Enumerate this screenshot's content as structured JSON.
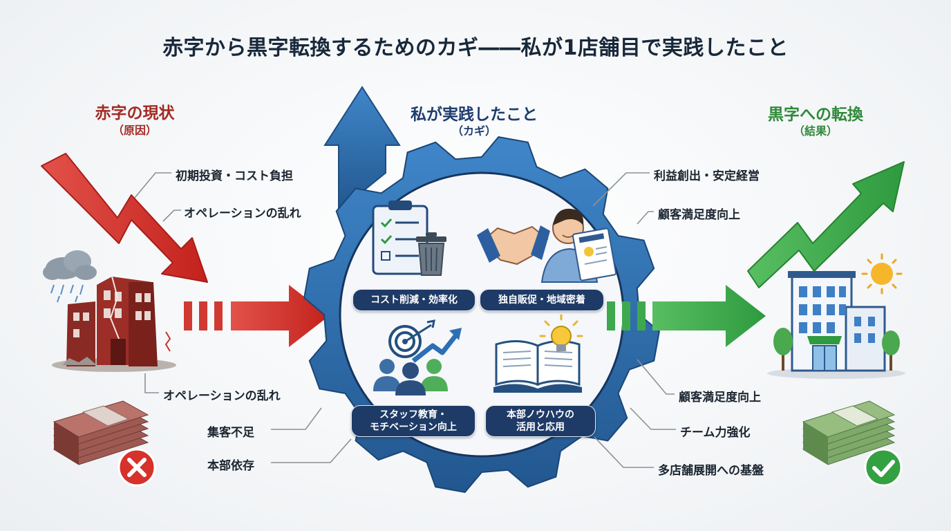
{
  "title": "赤字から黒字転換するためのカギ――私が1店舗目で実践したこと",
  "left": {
    "heading": "赤字の現状",
    "subheading": "（原因）",
    "items": [
      "初期投資・コスト負担",
      "オペレーションの乱れ",
      "オペレーションの乱れ",
      "集客不足",
      "本部依存"
    ]
  },
  "center": {
    "heading": "私が実践したこと",
    "subheading": "（カギ）",
    "keys": [
      "コスト削減・効率化",
      "独自販促・地域密着",
      "スタッフ教育・\nモチベーション向上",
      "本部ノウハウの\n活用と応用"
    ]
  },
  "right": {
    "heading": "黒字への転換",
    "subheading": "（結果）",
    "items": [
      "利益創出・安定経営",
      "顧客満足度向上",
      "顧客満足度向上",
      "チーム力強化",
      "多店舗展開への基盤"
    ]
  },
  "colors": {
    "red": "#c9322c",
    "green": "#35a146",
    "blue": "#2d6fb4",
    "navy": "#1e3a66"
  },
  "icons": [
    "falling-arrow-icon",
    "storm-cloud-icon",
    "cracked-building-icon",
    "cash-stack-icon",
    "cross-badge-icon",
    "clipboard-checklist-icon",
    "trash-can-icon",
    "handshake-icon",
    "person-with-flyer-icon",
    "target-growth-icon",
    "team-icon",
    "open-book-icon",
    "lightbulb-icon",
    "rising-arrow-icon",
    "sun-icon",
    "office-building-icon",
    "tree-icon",
    "check-badge-icon"
  ]
}
